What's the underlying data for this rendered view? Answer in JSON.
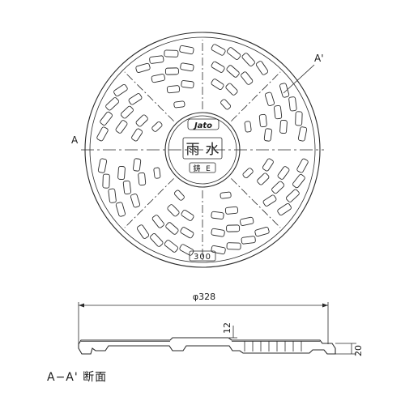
{
  "labels": {
    "section_left": "A",
    "section_right": "A'",
    "brand": "Jato",
    "kanji_left": "雨",
    "kanji_right": "水",
    "class_left": "鋳",
    "class_right": "E",
    "size_plate": "300",
    "diameter": "φ328",
    "dim_thickness": "12",
    "dim_height": "20",
    "caption": "A−A' 断面"
  }
}
